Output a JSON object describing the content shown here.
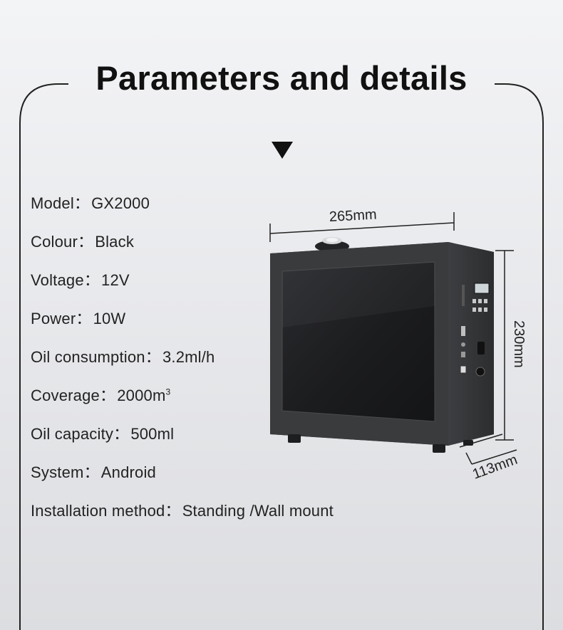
{
  "title": "Parameters and details",
  "specs": [
    {
      "label": "Model",
      "separator": "：",
      "value": "GX2000"
    },
    {
      "label": "Colour",
      "separator": "：",
      "value": "Black"
    },
    {
      "label": "Voltage",
      "separator": "：",
      "value": "12V"
    },
    {
      "label": "Power",
      "separator": "：",
      "value": "10W"
    },
    {
      "label": "Oil consumption",
      "separator": "：",
      "value": "3.2ml/h"
    },
    {
      "label": "Coverage",
      "separator": "：",
      "value": "2000m",
      "superscript": "3"
    },
    {
      "label": "Oil capacity",
      "separator": "：",
      "value": "500ml"
    },
    {
      "label": "System",
      "separator": "：",
      "value": "Android"
    },
    {
      "label": "Installation method",
      "separator": "：",
      "value": "Standing /Wall mount"
    }
  ],
  "dimensions": {
    "width": "265mm",
    "height": "230mm",
    "depth": "113mm"
  },
  "icons": {
    "pointer": "down-triangle-icon"
  },
  "colors": {
    "device_body": "#3a3b3d",
    "device_glass": "#1c1d1f",
    "frame_line": "#222222"
  }
}
